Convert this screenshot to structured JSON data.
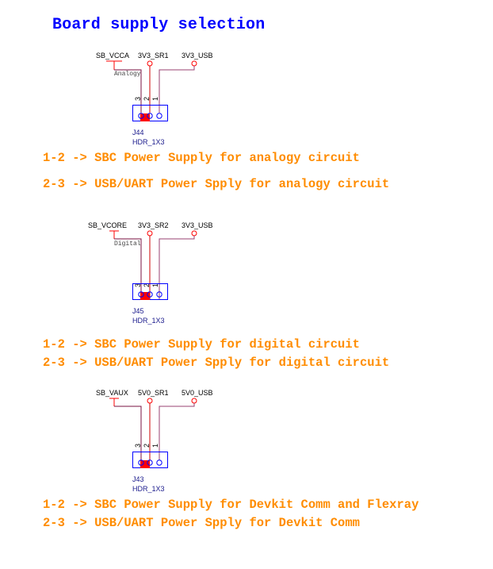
{
  "title": "Board supply selection",
  "colors": {
    "title": "#0000ff",
    "note": "#ff8c00",
    "wire": "#7a1040",
    "wire_light": "#c07090",
    "power_symbol": "#ff0000",
    "header_box": "#0000ff",
    "jumper": "#ff0000"
  },
  "jumpers": [
    {
      "ref": "J44",
      "part": "HDR_1X3",
      "net_left": "SB_VCCA",
      "net_left_sublabel": "Analogy",
      "net_mid": "3V3_SR1",
      "net_right": "3V3_USB",
      "pins": [
        "3",
        "2",
        "1"
      ],
      "notes": [
        "1-2 -> SBC Power Supply for analogy circuit",
        "2-3 -> USB/UART Power Spply for analogy circuit"
      ]
    },
    {
      "ref": "J45",
      "part": "HDR_1X3",
      "net_left": "SB_VCORE",
      "net_left_sublabel": "Digital",
      "net_mid": "3V3_SR2",
      "net_right": "3V3_USB",
      "pins": [
        "3",
        "2",
        "1"
      ],
      "notes": [
        "1-2 -> SBC Power Supply for digital circuit",
        "2-3 -> USB/UART Power Spply for digital circuit"
      ]
    },
    {
      "ref": "J43",
      "part": "HDR_1X3",
      "net_left": "SB_VAUX",
      "net_left_sublabel": "",
      "net_mid": "5V0_SR1",
      "net_right": "5V0_USB",
      "pins": [
        "3",
        "2",
        "1"
      ],
      "notes": [
        "1-2 -> SBC Power Supply for Devkit Comm and Flexray",
        "2-3 -> USB/UART Power Spply for Devkit Comm"
      ]
    }
  ]
}
